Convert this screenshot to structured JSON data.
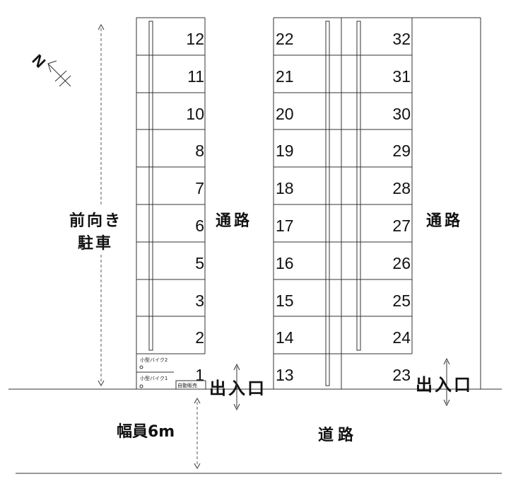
{
  "labels": {
    "aisle": "通路",
    "entrance": "出入口",
    "front_parking_line1": "前向き",
    "front_parking_line2": "駐車",
    "road": "道路",
    "road_width": "幅員6m",
    "north": "N",
    "bike_2": "小型バイク2",
    "bike_1": "小型バイク1",
    "vending": "自動販売"
  },
  "columns": {
    "left": [
      "12",
      "11",
      "10",
      "8",
      "7",
      "6",
      "5",
      "3",
      "2",
      "1"
    ],
    "middle": [
      "22",
      "21",
      "20",
      "19",
      "18",
      "17",
      "16",
      "15",
      "14",
      "13"
    ],
    "right": [
      "32",
      "31",
      "30",
      "29",
      "28",
      "27",
      "26",
      "25",
      "24",
      "23"
    ]
  }
}
